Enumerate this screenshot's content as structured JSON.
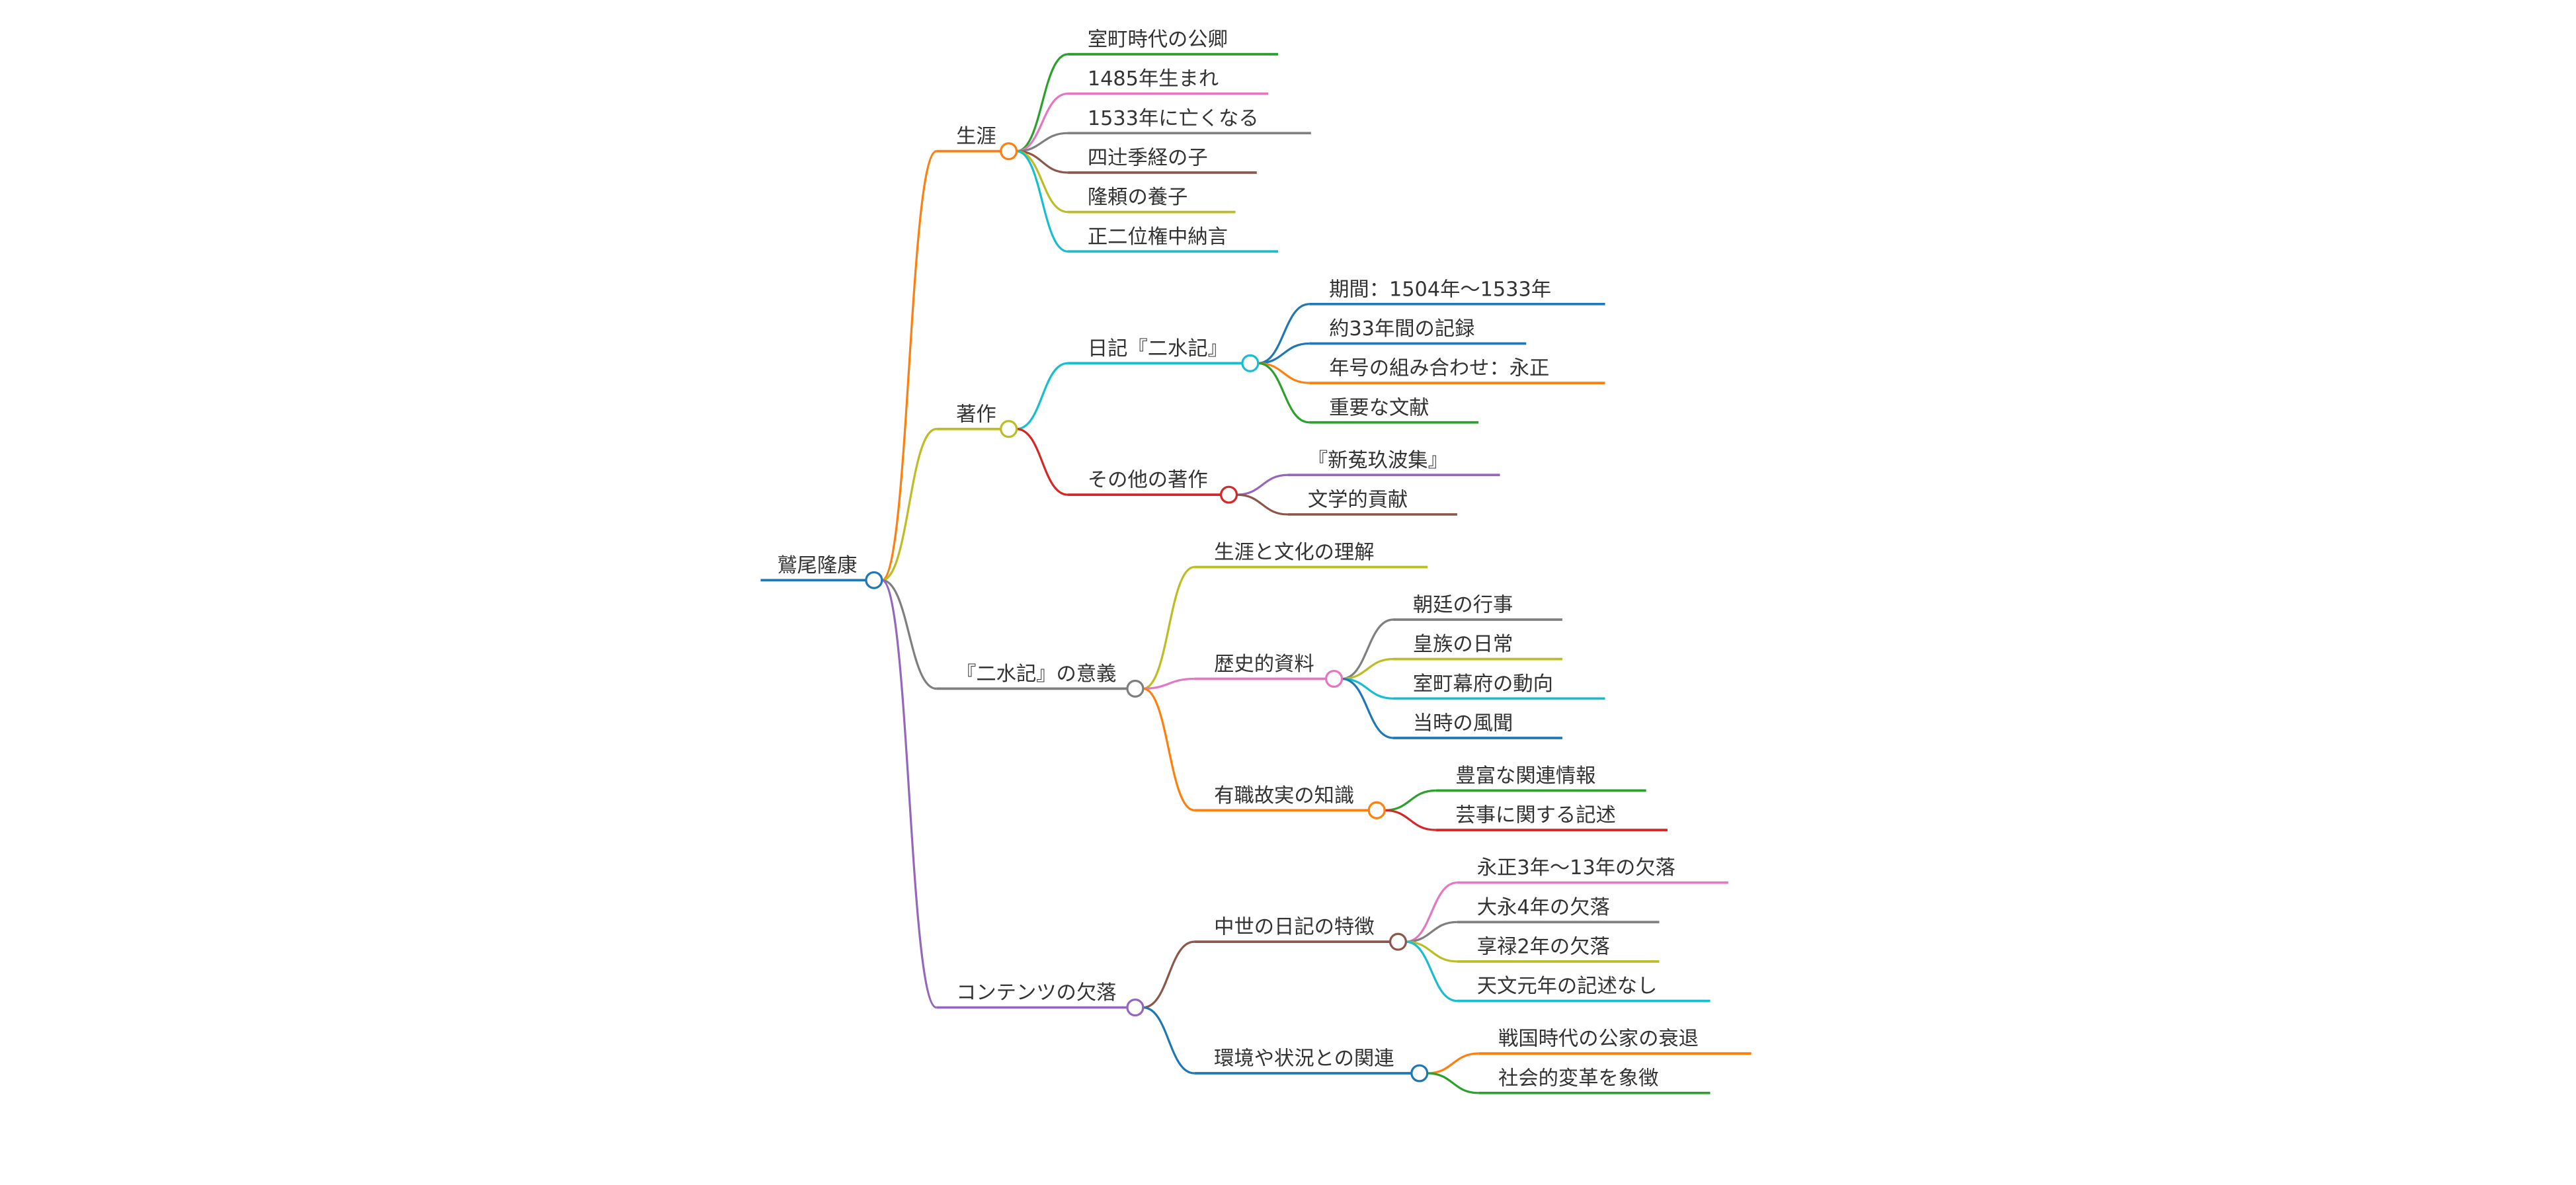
{
  "colors": {
    "blue": "#1f77b4",
    "orange": "#ff7f0e",
    "green": "#2ca02c",
    "red": "#d62728",
    "purple": "#9467bd",
    "brown": "#8c564b",
    "pink": "#e377c2",
    "gray": "#7f7f7f",
    "olive": "#bcbd22",
    "cyan": "#17becf"
  },
  "root": {
    "label": "鷲尾隆康",
    "color": "blue",
    "children": [
      {
        "label": "生涯",
        "color": "orange",
        "children": [
          {
            "label": "室町時代の公卿",
            "color": "green"
          },
          {
            "label": "1485年生まれ",
            "color": "pink"
          },
          {
            "label": "1533年に亡くなる",
            "color": "gray"
          },
          {
            "label": "四辻季経の子",
            "color": "brown"
          },
          {
            "label": "隆頼の養子",
            "color": "olive"
          },
          {
            "label": "正二位権中納言",
            "color": "cyan"
          }
        ]
      },
      {
        "label": "著作",
        "color": "olive",
        "children": [
          {
            "label": "日記『二水記』",
            "color": "cyan",
            "children": [
              {
                "label": "期間：1504年～1533年",
                "color": "blue"
              },
              {
                "label": "約33年間の記録",
                "color": "blue"
              },
              {
                "label": "年号の組み合わせ：永正",
                "color": "orange"
              },
              {
                "label": "重要な文献",
                "color": "green"
              }
            ]
          },
          {
            "label": "その他の著作",
            "color": "red",
            "children": [
              {
                "label": "『新菟玖波集』",
                "color": "purple"
              },
              {
                "label": "文学的貢献",
                "color": "brown"
              }
            ]
          }
        ]
      },
      {
        "label": "『二水記』の意義",
        "color": "gray",
        "children": [
          {
            "label": "生涯と文化の理解",
            "color": "olive"
          },
          {
            "label": "歴史的資料",
            "color": "pink",
            "children": [
              {
                "label": "朝廷の行事",
                "color": "gray"
              },
              {
                "label": "皇族の日常",
                "color": "olive"
              },
              {
                "label": "室町幕府の動向",
                "color": "cyan"
              },
              {
                "label": "当時の風聞",
                "color": "blue"
              }
            ]
          },
          {
            "label": "有職故実の知識",
            "color": "orange",
            "children": [
              {
                "label": "豊富な関連情報",
                "color": "green"
              },
              {
                "label": "芸事に関する記述",
                "color": "red"
              }
            ]
          }
        ]
      },
      {
        "label": "コンテンツの欠落",
        "color": "purple",
        "children": [
          {
            "label": "中世の日記の特徴",
            "color": "brown",
            "children": [
              {
                "label": "永正3年～13年の欠落",
                "color": "pink"
              },
              {
                "label": "大永4年の欠落",
                "color": "gray"
              },
              {
                "label": "享禄2年の欠落",
                "color": "olive"
              },
              {
                "label": "天文元年の記述なし",
                "color": "cyan"
              }
            ]
          },
          {
            "label": "環境や状況との関連",
            "color": "blue",
            "children": [
              {
                "label": "戦国時代の公家の衰退",
                "color": "orange"
              },
              {
                "label": "社会的変革を象徴",
                "color": "green"
              }
            ]
          }
        ]
      }
    ]
  }
}
